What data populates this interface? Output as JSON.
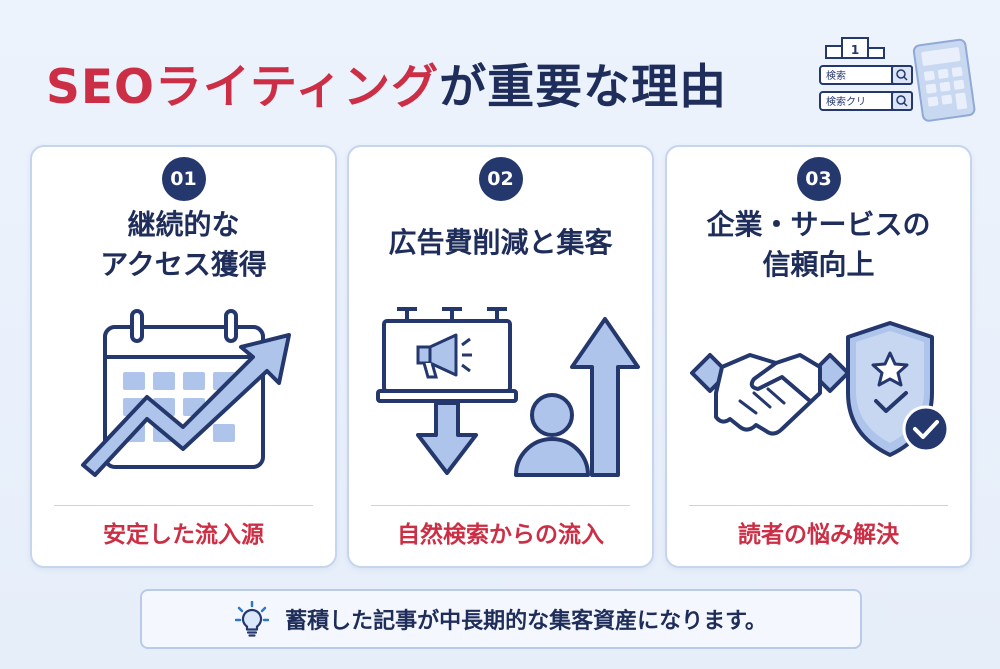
{
  "title": {
    "accent": "SEOライティング",
    "rest": "が重要な理由"
  },
  "decoration": {
    "podium_rank": "1",
    "search_bar_1": "検索",
    "search_bar_2": "検索クリ",
    "icons": [
      "podium-icon",
      "search-bar-icon",
      "calculator-icon"
    ]
  },
  "reasons": [
    {
      "number": "01",
      "heading_lines": [
        "継続的な",
        "アクセス獲得"
      ],
      "icon": "calendar-growth-arrow-icon",
      "result": "安定した流入源"
    },
    {
      "number": "02",
      "heading_lines": [
        "広告費削減と集客"
      ],
      "icon": "billboard-user-arrows-icon",
      "result": "自然検索からの流入"
    },
    {
      "number": "03",
      "heading_lines": [
        "企業・サービスの",
        "信頼向上"
      ],
      "icon": "handshake-shield-icon",
      "result": "読者の悩み解決"
    }
  ],
  "footer": {
    "icon": "lightbulb-icon",
    "text": "蓄積した記事が中長期的な集客資産になります。"
  },
  "colors": {
    "accent_red": "#cc2f45",
    "navy": "#1f2d5a",
    "badge_navy": "#24386e",
    "icon_fill": "#aec4ea",
    "card_border": "#c6d5ee"
  }
}
